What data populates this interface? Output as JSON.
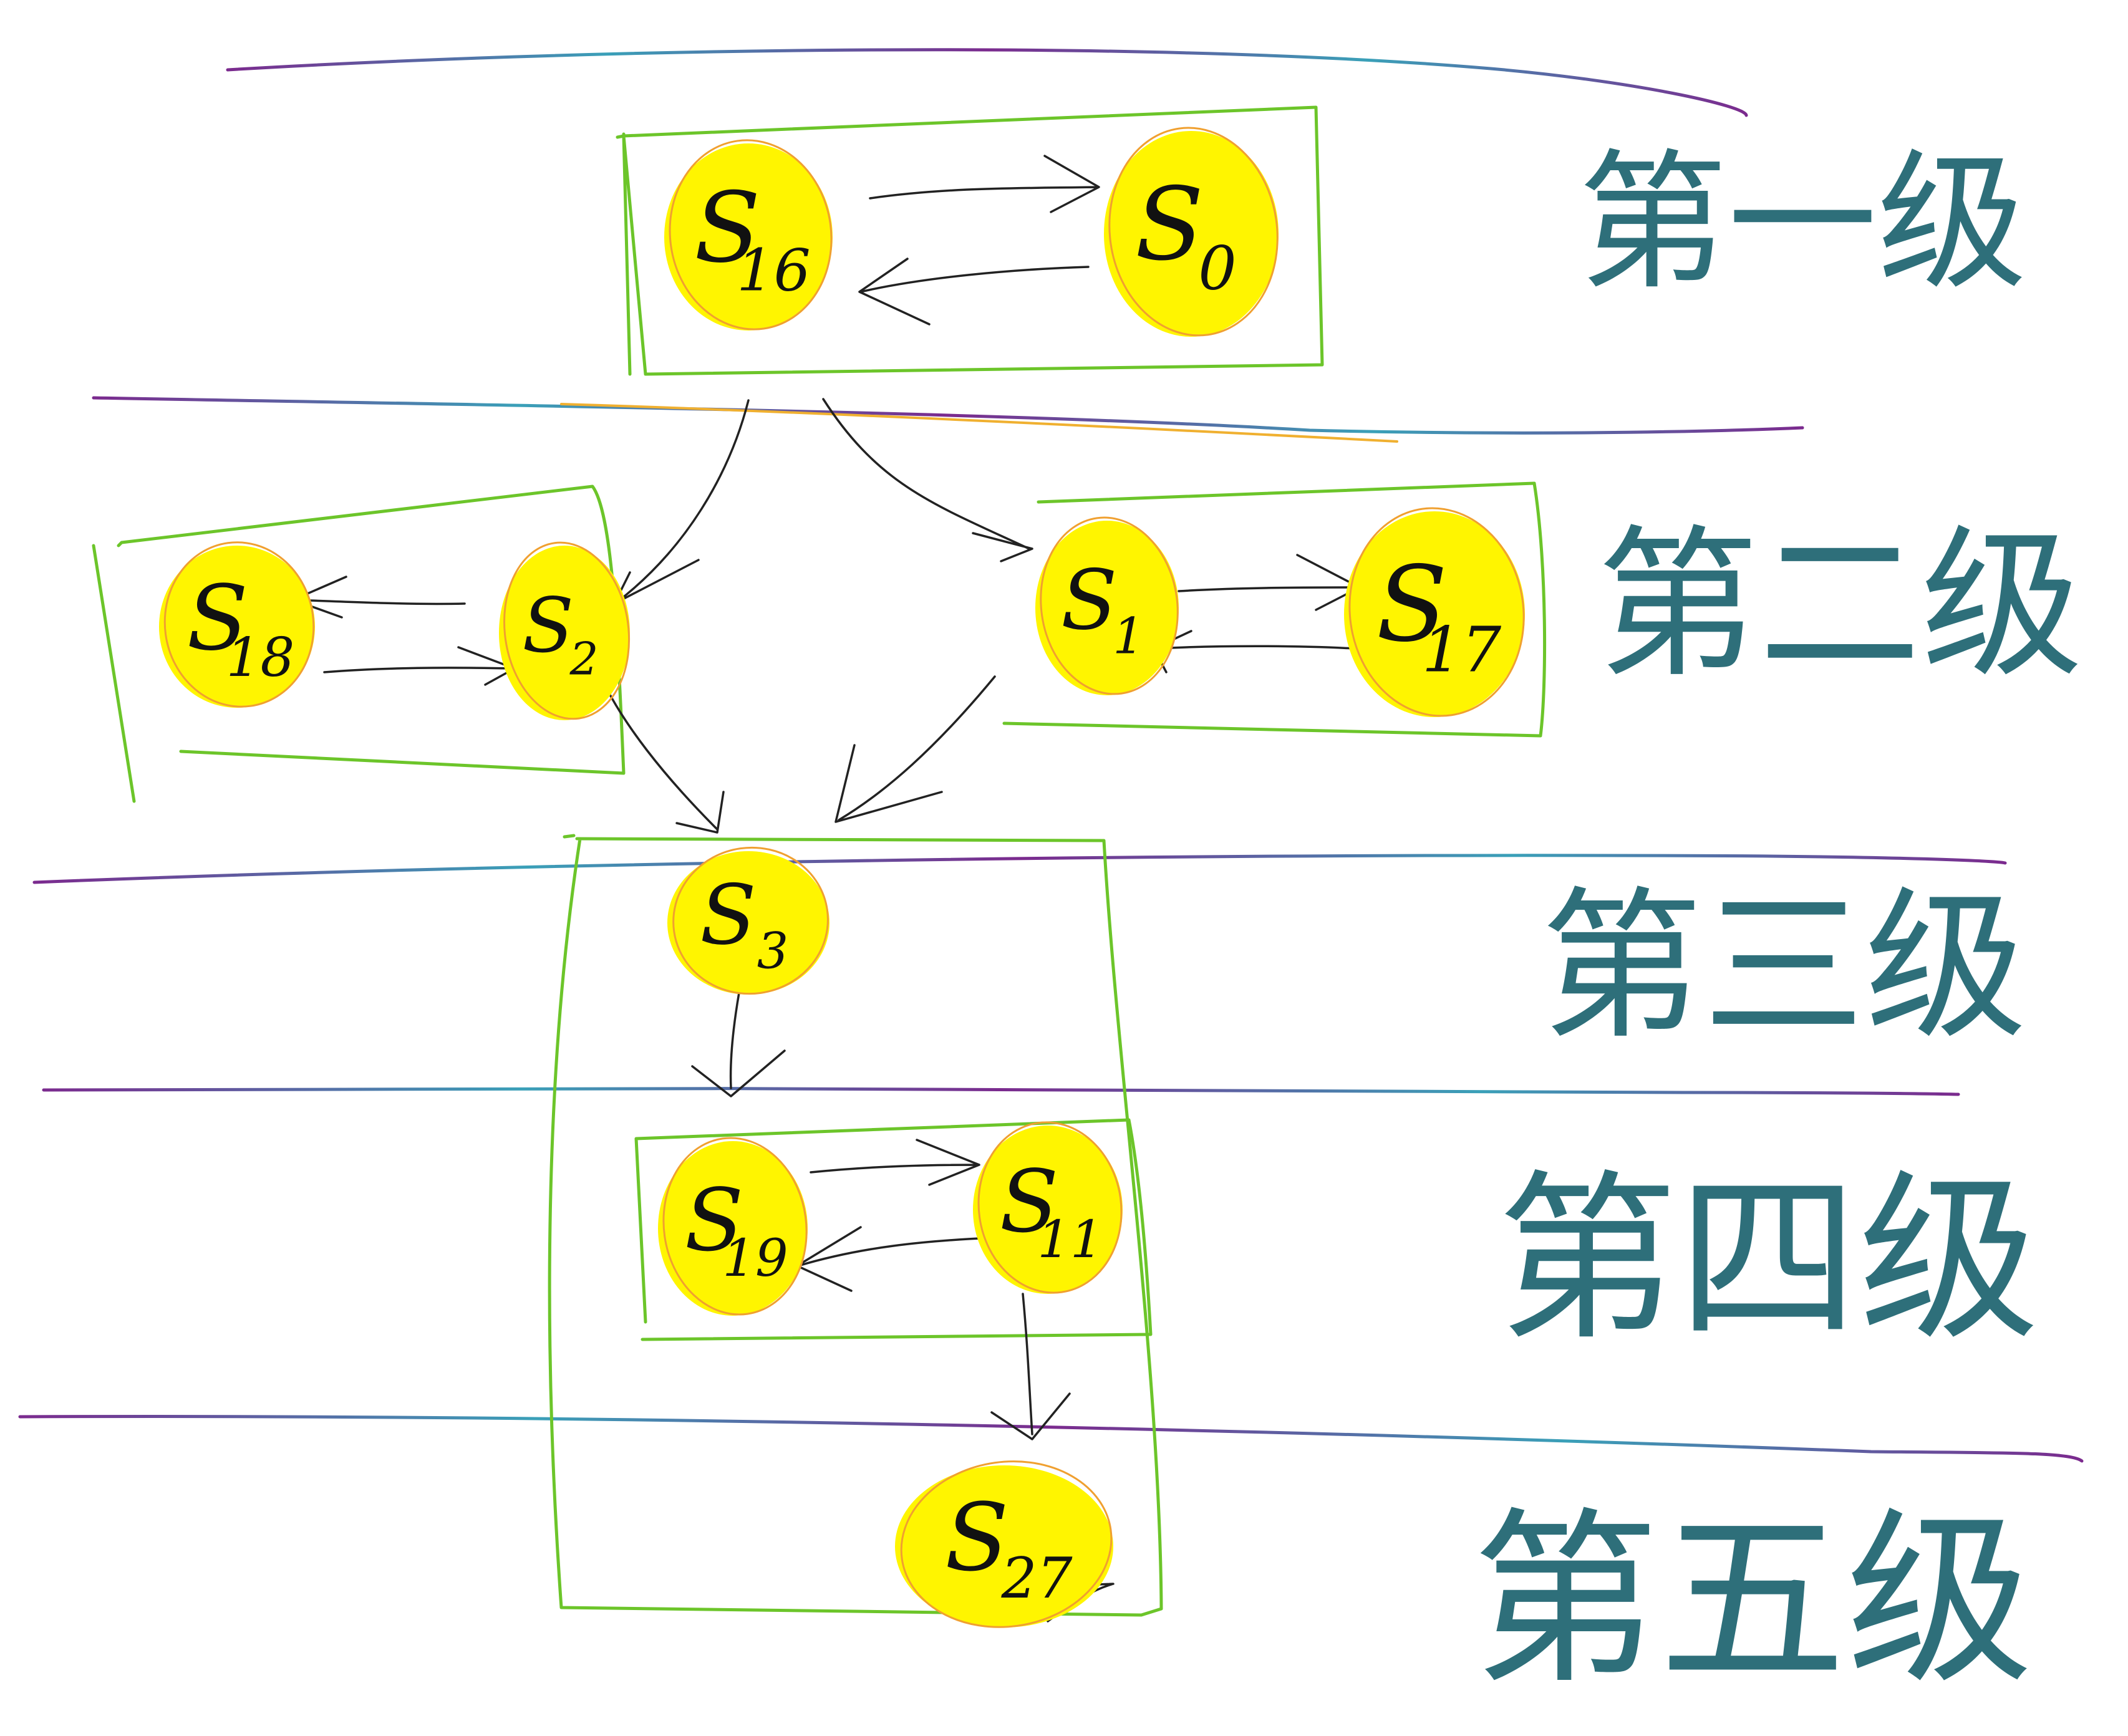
{
  "levels": [
    {
      "label": "第一级"
    },
    {
      "label": "第二级"
    },
    {
      "label": "第三级"
    },
    {
      "label": "第四级"
    },
    {
      "label": "第五级"
    }
  ],
  "nodes": {
    "s16": {
      "letter": "S",
      "sub": "16"
    },
    "s0": {
      "letter": "S",
      "sub": "0"
    },
    "s18": {
      "letter": "S",
      "sub": "18"
    },
    "s2": {
      "letter": "S",
      "sub": "2"
    },
    "s1": {
      "letter": "S",
      "sub": "1"
    },
    "s17": {
      "letter": "S",
      "sub": "17"
    },
    "s3": {
      "letter": "S",
      "sub": "3"
    },
    "s19": {
      "letter": "S",
      "sub": "19"
    },
    "s11": {
      "letter": "S",
      "sub": "11"
    },
    "s27": {
      "letter": "S",
      "sub": "27"
    }
  },
  "colors": {
    "node_fill": "#FFF500",
    "node_ring": "#F0A030",
    "group_box": "#6CC52A",
    "arrow": "#222222",
    "level_line_a": "#3AA0B8",
    "level_line_b": "#7B2A8E",
    "level_text": "#2E6F7A"
  }
}
